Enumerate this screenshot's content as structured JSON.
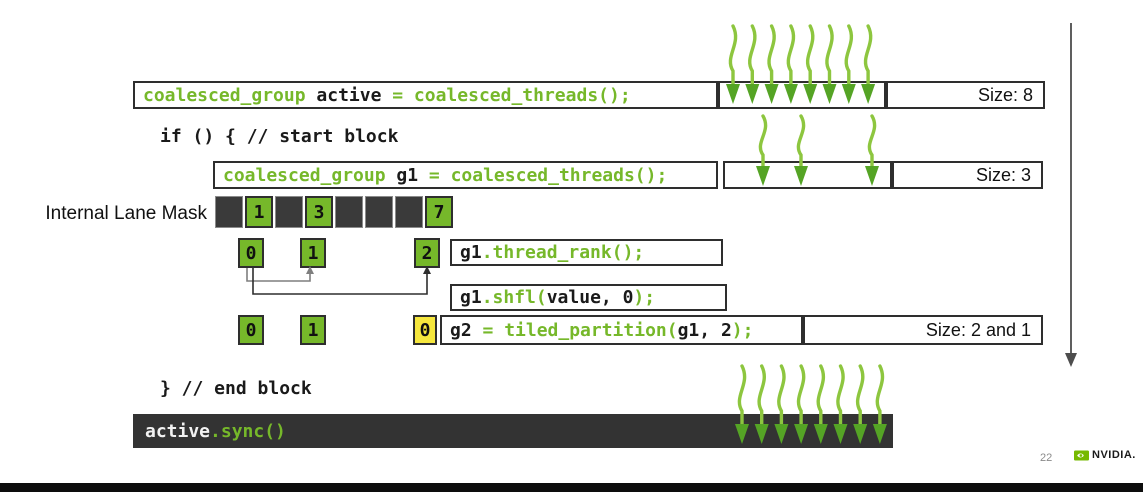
{
  "slide": {
    "code": {
      "active_decl": [
        {
          "t": "coalesced_group ",
          "c": "g"
        },
        {
          "t": "active ",
          "c": "k"
        },
        {
          "t": "= coalesced_threads();",
          "c": "g"
        }
      ],
      "if_line": "if () { // start block",
      "g1_decl": [
        {
          "t": "coalesced_group ",
          "c": "g"
        },
        {
          "t": "g1 ",
          "c": "k"
        },
        {
          "t": "= coalesced_threads();",
          "c": "g"
        }
      ],
      "thread_rank": [
        {
          "t": "g1",
          "c": "k"
        },
        {
          "t": ".thread_rank();",
          "c": "g"
        }
      ],
      "shfl": [
        {
          "t": "g1",
          "c": "k"
        },
        {
          "t": ".shfl(",
          "c": "g"
        },
        {
          "t": "value, 0",
          "c": "k"
        },
        {
          "t": ");",
          "c": "g"
        }
      ],
      "tiled": [
        {
          "t": "g2 ",
          "c": "k"
        },
        {
          "t": "= tiled_partition(",
          "c": "g"
        },
        {
          "t": "g1, 2",
          "c": "k"
        },
        {
          "t": ");",
          "c": "g"
        }
      ],
      "end_line": "} // end block",
      "sync": [
        {
          "t": "active",
          "c": "w"
        },
        {
          "t": ".sync()",
          "c": "g"
        }
      ]
    },
    "labels": {
      "lane_mask": "Internal Lane Mask",
      "size_active": "Size: 8",
      "size_g1": "Size: 3",
      "size_g2": "Size: 2 and 1"
    },
    "lane_mask": [
      {
        "on": false,
        "label": ""
      },
      {
        "on": true,
        "label": "1"
      },
      {
        "on": false,
        "label": ""
      },
      {
        "on": true,
        "label": "3"
      },
      {
        "on": false,
        "label": ""
      },
      {
        "on": false,
        "label": ""
      },
      {
        "on": false,
        "label": ""
      },
      {
        "on": true,
        "label": "7"
      }
    ],
    "rank_squares": [
      "0",
      "1",
      "2"
    ],
    "tiled_squares": [
      {
        "label": "0",
        "style": "green"
      },
      {
        "label": "1",
        "style": "green"
      },
      {
        "label": "0",
        "style": "yellow"
      }
    ],
    "thread_arrows": {
      "active_count": 8,
      "g1_count": 3,
      "sync_count": 8,
      "icon": "wavy-down-arrow-icon"
    },
    "footer": {
      "page_number": "22",
      "brand": "NVIDIA."
    },
    "colors": {
      "code_green": "#76b82a",
      "arrow_stem": "#8dc63f",
      "arrow_head": "#55a425",
      "mask_dark": "#3a3a3a",
      "highlight_yellow": "#f6e73e",
      "sync_bar": "#333333",
      "nvidia_green": "#76b900"
    }
  }
}
